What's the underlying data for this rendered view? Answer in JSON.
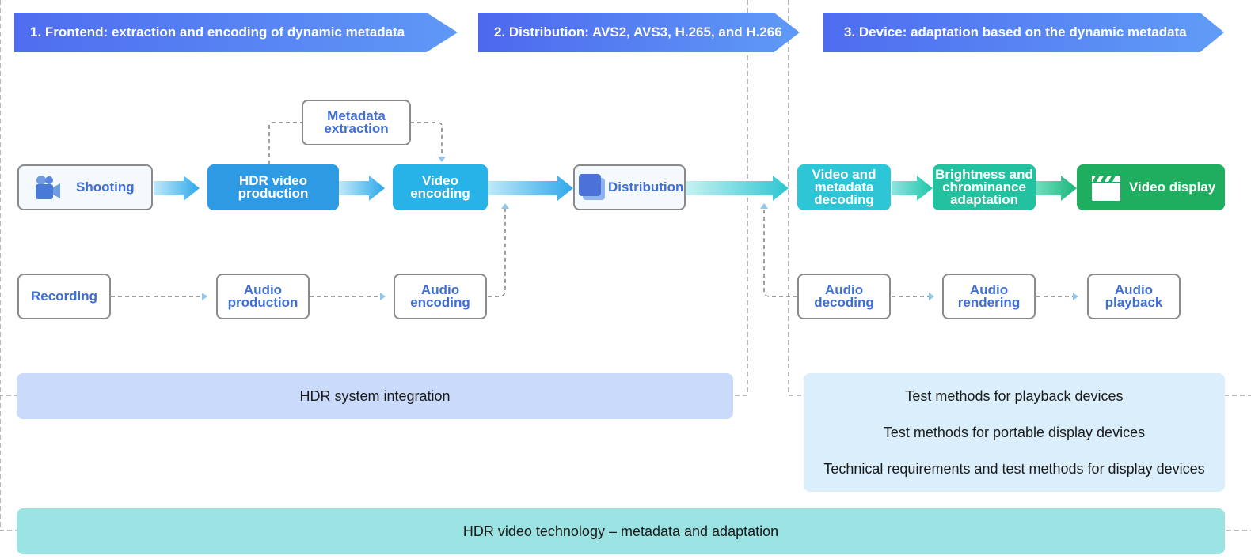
{
  "stages": {
    "frontend": "1. Frontend: extraction and encoding of dynamic metadata",
    "distribution": "2. Distribution: AVS2, AVS3, H.265, and H.266",
    "device": "3. Device: adaptation based on the dynamic metadata"
  },
  "nodes": {
    "shooting": "Shooting",
    "hdr_production": [
      "HDR video",
      "production"
    ],
    "metadata_extraction": [
      "Metadata",
      "extraction"
    ],
    "video_encoding": [
      "Video",
      "encoding"
    ],
    "distribution": "Distribution",
    "video_metadata_decoding": [
      "Video and",
      "metadata",
      "decoding"
    ],
    "brightness_adaptation": [
      "Brightness and",
      "chrominance",
      "adaptation"
    ],
    "video_display": "Video display",
    "recording": "Recording",
    "audio_production": [
      "Audio",
      "production"
    ],
    "audio_encoding": [
      "Audio",
      "encoding"
    ],
    "audio_decoding": [
      "Audio",
      "decoding"
    ],
    "audio_rendering": [
      "Audio",
      "rendering"
    ],
    "audio_playback": [
      "Audio",
      "playback"
    ]
  },
  "panels": {
    "system_integration": "HDR system integration",
    "device_tests": [
      "Test methods for playback devices",
      "Test methods for portable display devices",
      "Technical requirements and test methods for display devices"
    ],
    "video_technology": "HDR video technology – metadata and adaptation"
  },
  "colors": {
    "banner": "#5579f2",
    "hdr_production": "#2f9ae4",
    "video_encoding": "#27b2e8",
    "video_metadata_decoding": "#2cc6d6",
    "brightness_adaptation": "#22c19f",
    "video_display": "#1fae5f",
    "panel_integration": "#c9dafb",
    "panel_device_tests": "#daeefb",
    "panel_technology": "#9be3e2",
    "node_text": "#3f6fd4"
  }
}
